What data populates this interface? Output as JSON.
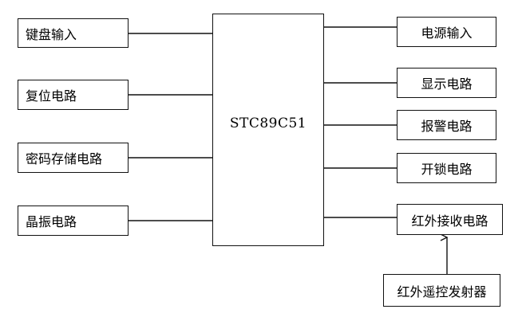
{
  "mcu": {
    "label": "STC89C51"
  },
  "left_blocks": [
    {
      "id": "keyboard",
      "label": "键盘输入"
    },
    {
      "id": "reset",
      "label": "复位电路"
    },
    {
      "id": "password-storage",
      "label": "密码存储电路"
    },
    {
      "id": "crystal",
      "label": "晶振电路"
    }
  ],
  "right_blocks": [
    {
      "id": "power",
      "label": "电源输入"
    },
    {
      "id": "display",
      "label": "显示电路"
    },
    {
      "id": "alarm",
      "label": "报警电路"
    },
    {
      "id": "unlock",
      "label": "开锁电路"
    },
    {
      "id": "ir-receiver",
      "label": "红外接收电路"
    }
  ],
  "bottom_block": {
    "id": "ir-remote",
    "label": "红外遥控发射器"
  },
  "colors": {
    "line": "#111111",
    "box_fill": "#ffffff"
  }
}
